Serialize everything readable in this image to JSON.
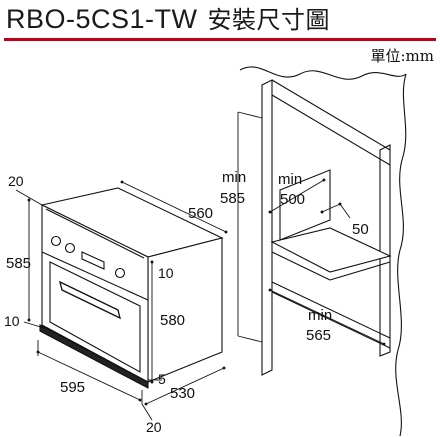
{
  "header": {
    "model": "RBO-5CS1-TW",
    "title_cjk": "安裝尺寸圖",
    "unit_label": "單位:mm"
  },
  "oven": {
    "dims": {
      "top_offset": "20",
      "height_left": "585",
      "front_offset": "10",
      "width_front": "595",
      "depth_top": "560",
      "control_gap": "10",
      "body_height": "580",
      "bottom_gap": "5",
      "depth_bottom": "530",
      "bottom_offset": "20"
    }
  },
  "cabinet": {
    "dims": {
      "min_label_left": "min",
      "height_min": "585",
      "min_label_vent": "min",
      "vent_width": "500",
      "vent_height": "50",
      "min_label_width": "min",
      "width_min": "565"
    }
  }
}
